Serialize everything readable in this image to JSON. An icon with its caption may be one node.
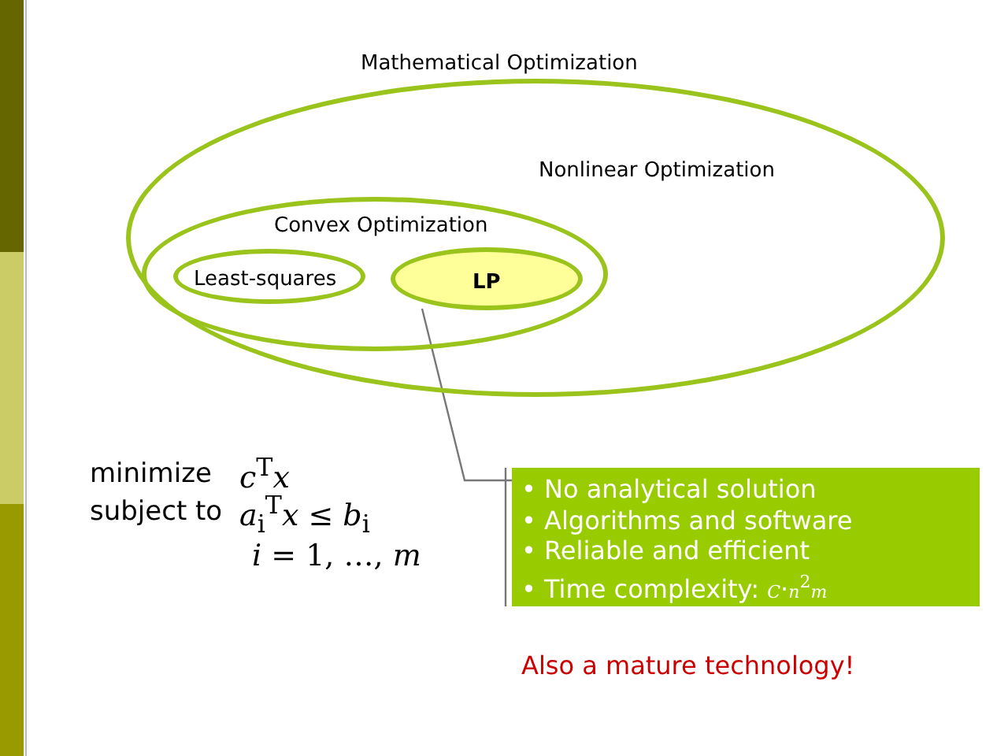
{
  "diagram": {
    "nodes": [
      {
        "text": [
          "Mathematical Optimization",
          "Nonlinear Optimization"
        ]
      },
      {
        "text": [
          "Convex Optimization"
        ],
        "in": 0
      },
      {
        "text": [
          "Least-squares"
        ],
        "in": 1
      },
      {
        "text": [
          "LP"
        ],
        "in": 1
      },
      {
        "text": [
          "• No analytical solution",
          "• Algorithms and software",
          "• Reliable and efficient",
          "• Time complexity: *C*·*n*$^{2}$*m*"
        ]
      }
    ],
    "edges": [
      {
        "from": 3,
        "to": 4,
        "arrow": "none"
      }
    ],
    "labels": [
      "minimize",
      "*c*$^{T}$*x*",
      "subject to",
      "*a*$_{i}$$^{T}$*x* ≤ *b*$_{i}$",
      "*i* = 1, …, *m*",
      "Also a mature technology!"
    ]
  }
}
